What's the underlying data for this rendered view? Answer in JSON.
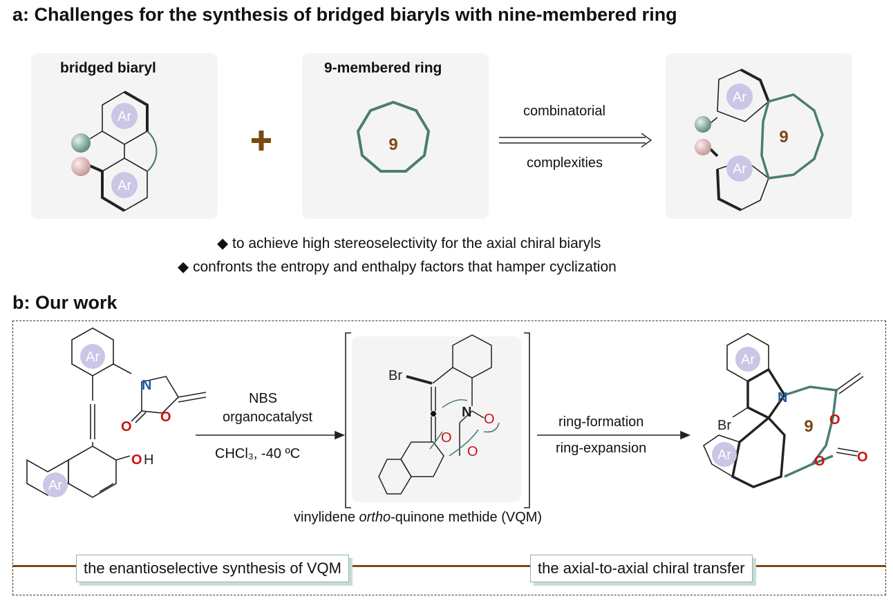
{
  "section_a": {
    "title": "a: Challenges for the synthesis of bridged biaryls with nine-membered ring",
    "bridged_label": "bridged biaryl",
    "ring_label": "9-membered ring",
    "ring_number": "9",
    "plus": "+",
    "arrow_top": "combinatorial",
    "arrow_bottom": "complexities",
    "ar": "Ar",
    "product_number": "9",
    "bullet1": "◆ to achieve high stereoselectivity for the axial chiral biaryls",
    "bullet2": "◆ confronts the entropy and enthalpy factors that hamper cyclization"
  },
  "section_b": {
    "title": "b: Our work",
    "reagent1": "NBS",
    "reagent2": "organocatalyst",
    "conditions": "CHCl₃,  -40 ºC",
    "step_top": "ring-formation",
    "step_bottom": "ring-expansion",
    "intermediate_prefix": "vinylidene ",
    "intermediate_italic": "ortho",
    "intermediate_suffix": "-quinone methide (VQM)",
    "atom_N": "N",
    "atom_O": "O",
    "atom_H": "H",
    "atom_Br": "Br",
    "ar": "Ar",
    "product_number": "9",
    "tag_left": "the enantioselective synthesis of VQM",
    "tag_right": "the axial-to-axial chiral transfer"
  },
  "colors": {
    "teal": "#4a7d72",
    "brown": "#7a4a12",
    "lavender": "#c9c6e6",
    "red": "#cc1111",
    "blue": "#1e5aa8"
  }
}
